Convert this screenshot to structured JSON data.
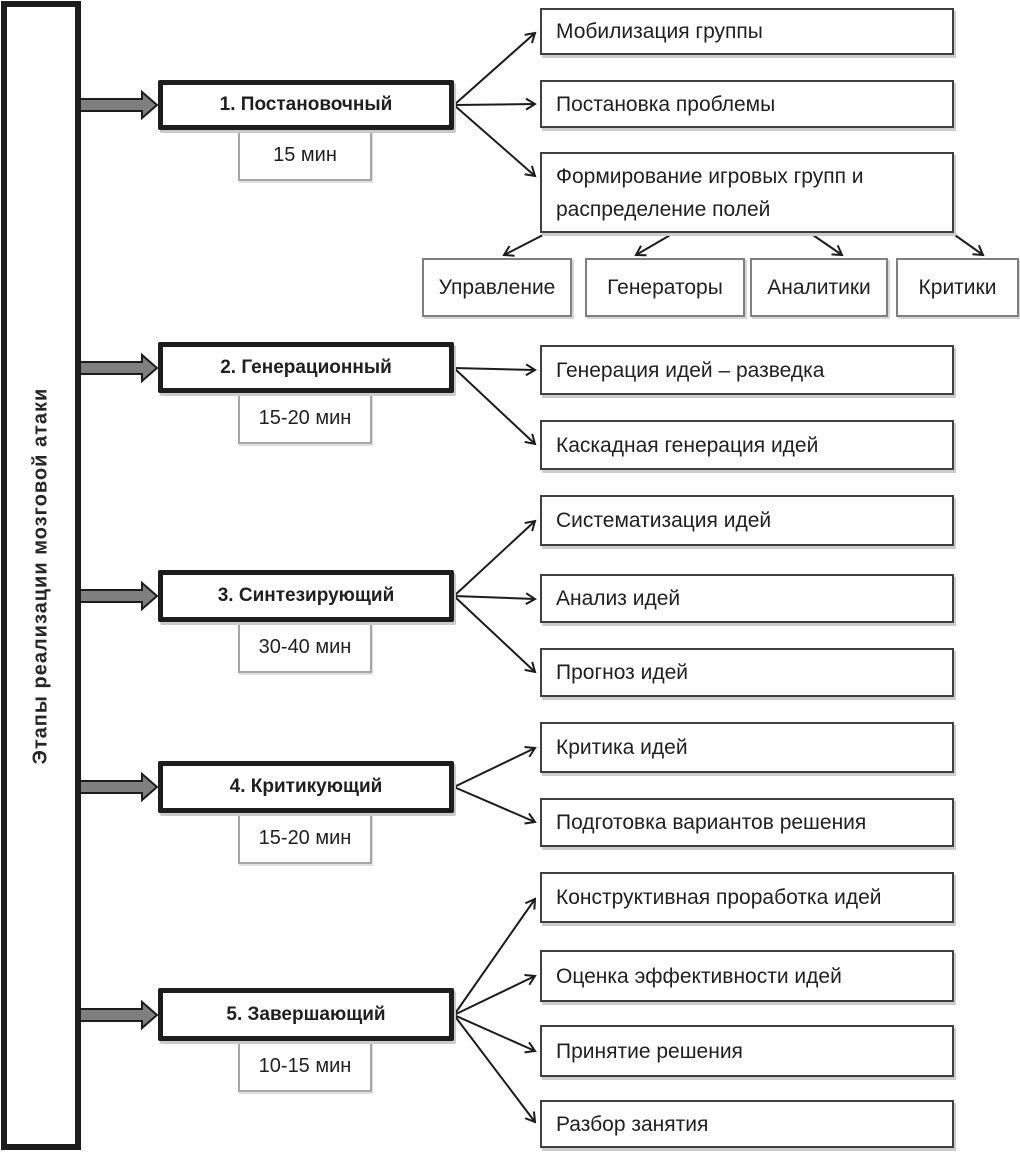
{
  "diagram": {
    "sidebar": {
      "label": "Этапы реализации мозговой атаки"
    },
    "stages": [
      {
        "label": "1. Постановочный",
        "duration": "15 мин",
        "outputs": [
          "Мобилизация группы",
          "Постановка проблемы",
          "Формирование игровых групп и распределение полей"
        ]
      },
      {
        "label": "2. Генерационный",
        "duration": "15-20 мин",
        "outputs": [
          "Генерация идей – разведка",
          "Каскадная генерация идей"
        ]
      },
      {
        "label": "3. Синтезирующий",
        "duration": "30-40 мин",
        "outputs": [
          "Систематизация идей",
          "Анализ идей",
          "Прогноз идей"
        ]
      },
      {
        "label": "4. Критикующий",
        "duration": "15-20 мин",
        "outputs": [
          "Критика идей",
          "Подготовка вариантов решения"
        ]
      },
      {
        "label": "5. Завершающий",
        "duration": "10-15 мин",
        "outputs": [
          "Конструктивная проработка идей",
          "Оценка эффективности идей",
          "Принятие решения",
          "Разбор занятия"
        ]
      }
    ],
    "roles": [
      "Управление",
      "Генераторы",
      "Аналитики",
      "Критики"
    ],
    "colors": {
      "block_arrow_fill": "#7f7f7f",
      "line": "#1c1c1c",
      "thick_border": "#1d1d1d"
    }
  }
}
